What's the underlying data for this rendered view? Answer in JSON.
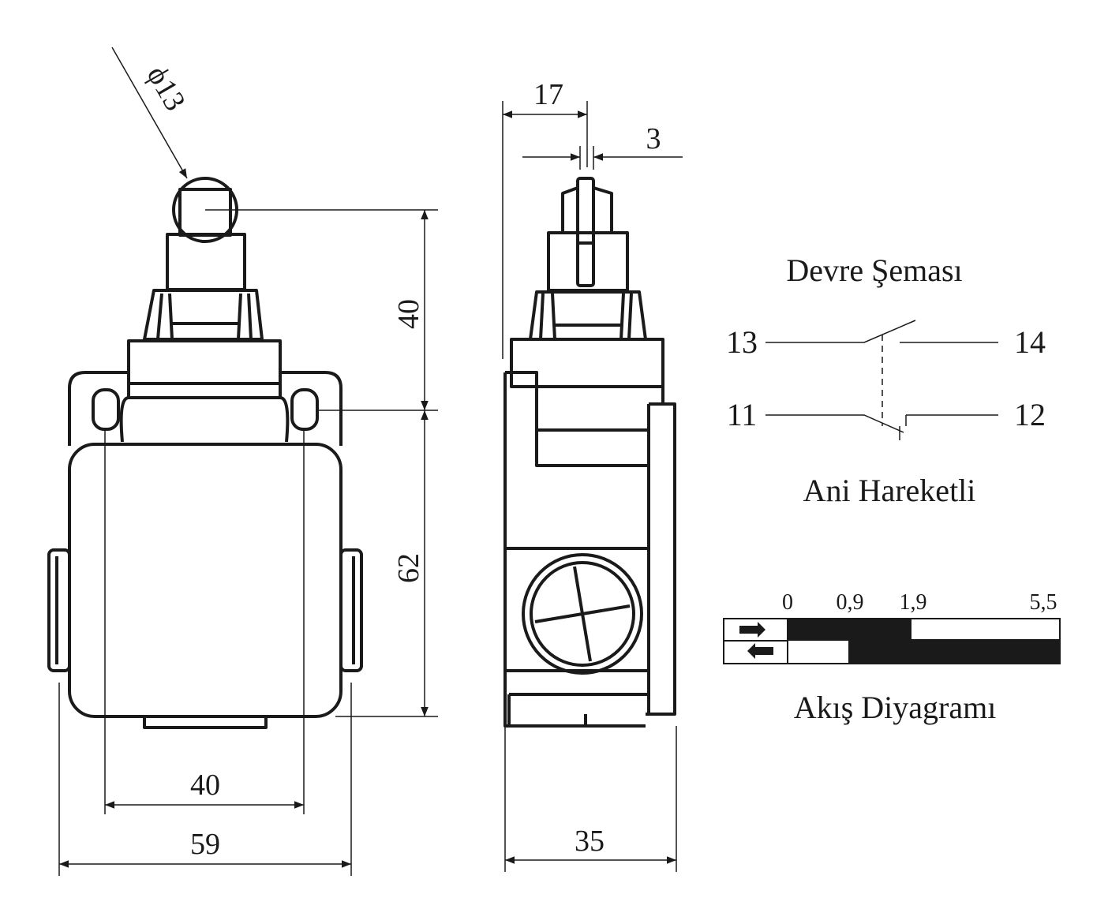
{
  "front_view": {
    "roller_diameter": "ϕ13",
    "dim_height_upper": "40",
    "dim_height_lower": "62",
    "dim_hole_spacing": "40",
    "dim_width": "59"
  },
  "side_view": {
    "dim_offset": "17",
    "dim_plunger_width": "3",
    "dim_depth": "35"
  },
  "circuit": {
    "title": "Devre Şeması",
    "terminal_13": "13",
    "terminal_14": "14",
    "terminal_11": "11",
    "terminal_12": "12",
    "type": "Ani Hareketli"
  },
  "flow_diagram": {
    "title": "Akış Diyagramı",
    "ticks": [
      "0",
      "0,9",
      "1,9",
      "5,5"
    ],
    "rows": [
      {
        "direction": "forward",
        "closed_range": [
          "0",
          "1,9"
        ]
      },
      {
        "direction": "return",
        "closed_range": [
          "0,9",
          "5,5"
        ]
      }
    ]
  },
  "colors": {
    "ink": "#1a1a1a"
  }
}
